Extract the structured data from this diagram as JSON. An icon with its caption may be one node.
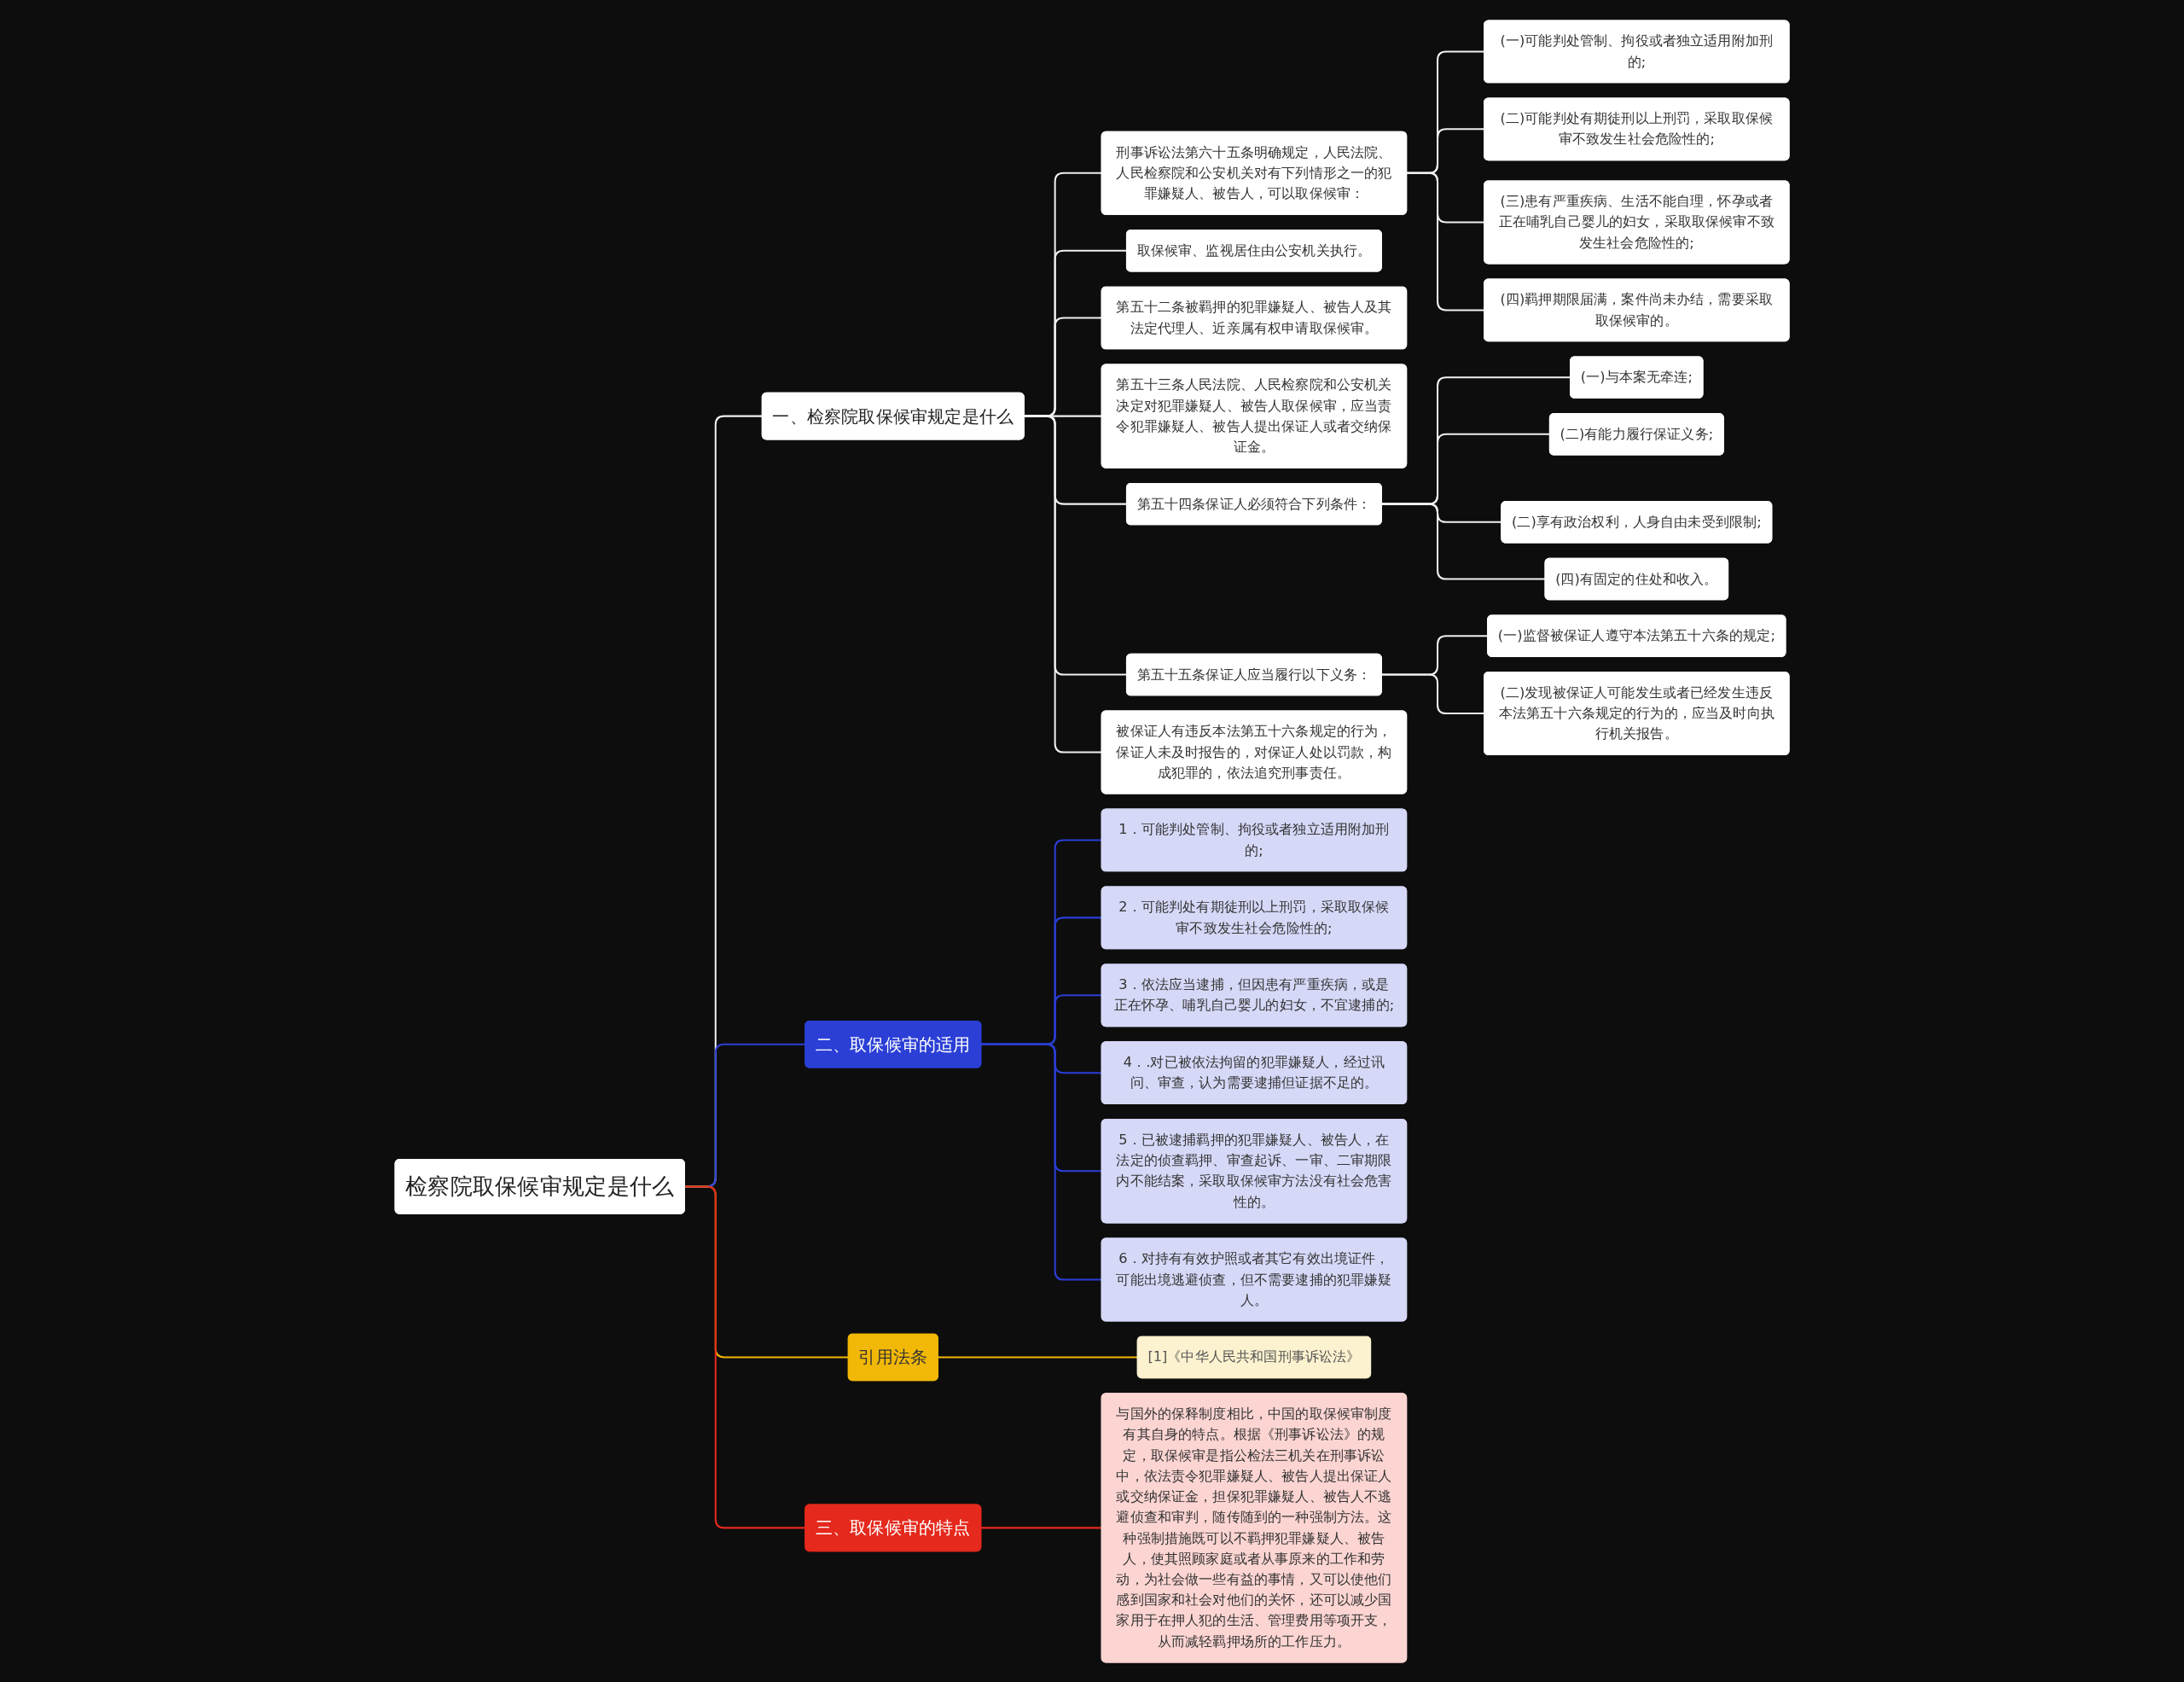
{
  "diagram": {
    "nodes": [
      {
        "text": [
          "检察院取保候审规定是什么"
        ]
      },
      {
        "text": [
          "一、检察院取保候审规定是什么"
        ]
      },
      {
        "text": [
          "刑事诉讼法第六十五条明确规定，人民法院、人民检察院和公安机关对有下列情形之一的犯罪嫌疑人、被告人，可以取保候审："
        ]
      },
      {
        "text": [
          "(一)可能判处管制、拘役或者独立适用附加刑的;"
        ]
      },
      {
        "text": [
          "(二)可能判处有期徒刑以上刑罚，采取取保候审不致发生社会危险性的;"
        ]
      },
      {
        "text": [
          "(三)患有严重疾病、生活不能自理，怀孕或者正在哺乳自己婴儿的妇女，采取取保候审不致发生社会危险性的;"
        ]
      },
      {
        "text": [
          "(四)羁押期限届满，案件尚未办结，需要采取取保候审的。"
        ]
      },
      {
        "text": [
          "取保候审、监视居住由公安机关执行。"
        ]
      },
      {
        "text": [
          "第五十二条被羁押的犯罪嫌疑人、被告人及其法定代理人、近亲属有权申请取保候审。"
        ]
      },
      {
        "text": [
          "第五十三条人民法院、人民检察院和公安机关决定对犯罪嫌疑人、被告人取保候审，应当责令犯罪嫌疑人、被告人提出保证人或者交纳保证金。"
        ]
      },
      {
        "text": [
          "第五十四条保证人必须符合下列条件："
        ]
      },
      {
        "text": [
          "(一)与本案无牵连;"
        ]
      },
      {
        "text": [
          "(二)有能力履行保证义务;"
        ]
      },
      {
        "text": [
          "(二)享有政治权利，人身自由未受到限制;"
        ]
      },
      {
        "text": [
          "(四)有固定的住处和收入。"
        ]
      },
      {
        "text": [
          "第五十五条保证人应当履行以下义务："
        ]
      },
      {
        "text": [
          "(一)监督被保证人遵守本法第五十六条的规定;"
        ]
      },
      {
        "text": [
          "(二)发现被保证人可能发生或者已经发生违反本法第五十六条规定的行为的，应当及时向执行机关报告。"
        ]
      },
      {
        "text": [
          "被保证人有违反本法第五十六条规定的行为，保证人未及时报告的，对保证人处以罚款，构成犯罪的，依法追究刑事责任。"
        ]
      },
      {
        "text": [
          "二、取保候审的适用"
        ]
      },
      {
        "text": [
          "1．可能判处管制、拘役或者独立适用附加刑的;"
        ]
      },
      {
        "text": [
          "2．可能判处有期徒刑以上刑罚，采取取保候审不致发生社会危险性的;"
        ]
      },
      {
        "text": [
          "3．依法应当逮捕，但因患有严重疾病，或是正在怀孕、哺乳自己婴儿的妇女，不宜逮捕的;"
        ]
      },
      {
        "text": [
          "4．.对已被依法拘留的犯罪嫌疑人，经过讯问、审查，认为需要逮捕但证据不足的。"
        ]
      },
      {
        "text": [
          "5．已被逮捕羁押的犯罪嫌疑人、被告人，在法定的侦查羁押、审查起诉、一审、二审期限内不能结案，采取取保候审方法没有社会危害性的。"
        ]
      },
      {
        "text": [
          "6．对持有有效护照或者其它有效出境证件，可能出境逃避侦查，但不需要逮捕的犯罪嫌疑人。"
        ]
      },
      {
        "text": [
          "引用法条"
        ]
      },
      {
        "text": [
          "[1]《中华人民共和国刑事诉讼法》"
        ]
      },
      {
        "text": [
          "三、取保候审的特点"
        ]
      },
      {
        "text": [
          "与国外的保释制度相比，中国的取保候审制度有其自身的特点。根据《刑事诉讼法》的规定，取保候审是指公检法三机关在刑事诉讼中，依法责令犯罪嫌疑人、被告人提出保证人或交纳保证金，担保犯罪嫌疑人、被告人不逃避侦查和审判，随传随到的一种强制方法。这种强制措施既可以不羁押犯罪嫌疑人、被告人，使其照顾家庭或者从事原来的工作和劳动，为社会做一些有益的事情，又可以使他们感到国家和社会对他们的关怀，还可以减少国家用于在押人犯的生活、管理费用等项开支，从而减轻羁押场所的工作压力。"
        ]
      }
    ],
    "edges": [
      {
        "from": 0,
        "to": 1,
        "arrow": "none"
      },
      {
        "from": 1,
        "to": 2,
        "arrow": "none"
      },
      {
        "from": 2,
        "to": 3,
        "arrow": "none"
      },
      {
        "from": 2,
        "to": 4,
        "arrow": "none"
      },
      {
        "from": 2,
        "to": 5,
        "arrow": "none"
      },
      {
        "from": 2,
        "to": 6,
        "arrow": "none"
      },
      {
        "from": 1,
        "to": 7,
        "arrow": "none"
      },
      {
        "from": 1,
        "to": 8,
        "arrow": "none"
      },
      {
        "from": 1,
        "to": 9,
        "arrow": "none"
      },
      {
        "from": 1,
        "to": 10,
        "arrow": "none"
      },
      {
        "from": 10,
        "to": 11,
        "arrow": "none"
      },
      {
        "from": 10,
        "to": 12,
        "arrow": "none"
      },
      {
        "from": 10,
        "to": 13,
        "arrow": "none"
      },
      {
        "from": 10,
        "to": 14,
        "arrow": "none"
      },
      {
        "from": 1,
        "to": 15,
        "arrow": "none"
      },
      {
        "from": 15,
        "to": 16,
        "arrow": "none"
      },
      {
        "from": 15,
        "to": 17,
        "arrow": "none"
      },
      {
        "from": 1,
        "to": 18,
        "arrow": "none"
      },
      {
        "from": 0,
        "to": 19,
        "arrow": "none",
        "color": "#2b3fd6"
      },
      {
        "from": 19,
        "to": 20,
        "arrow": "none",
        "color": "#2b3fd6"
      },
      {
        "from": 19,
        "to": 21,
        "arrow": "none",
        "color": "#2b3fd6"
      },
      {
        "from": 19,
        "to": 22,
        "arrow": "none",
        "color": "#2b3fd6"
      },
      {
        "from": 19,
        "to": 23,
        "arrow": "none",
        "color": "#2b3fd6"
      },
      {
        "from": 19,
        "to": 24,
        "arrow": "none",
        "color": "#2b3fd6"
      },
      {
        "from": 19,
        "to": 25,
        "arrow": "none",
        "color": "#2b3fd6"
      },
      {
        "from": 0,
        "to": 26,
        "arrow": "none",
        "color": "#f2b807"
      },
      {
        "from": 26,
        "to": 27,
        "arrow": "none",
        "color": "#f2b807"
      },
      {
        "from": 0,
        "to": 28,
        "arrow": "none",
        "color": "#e5291d"
      },
      {
        "from": 28,
        "to": 29,
        "arrow": "none",
        "color": "#e5291d"
      }
    ]
  }
}
